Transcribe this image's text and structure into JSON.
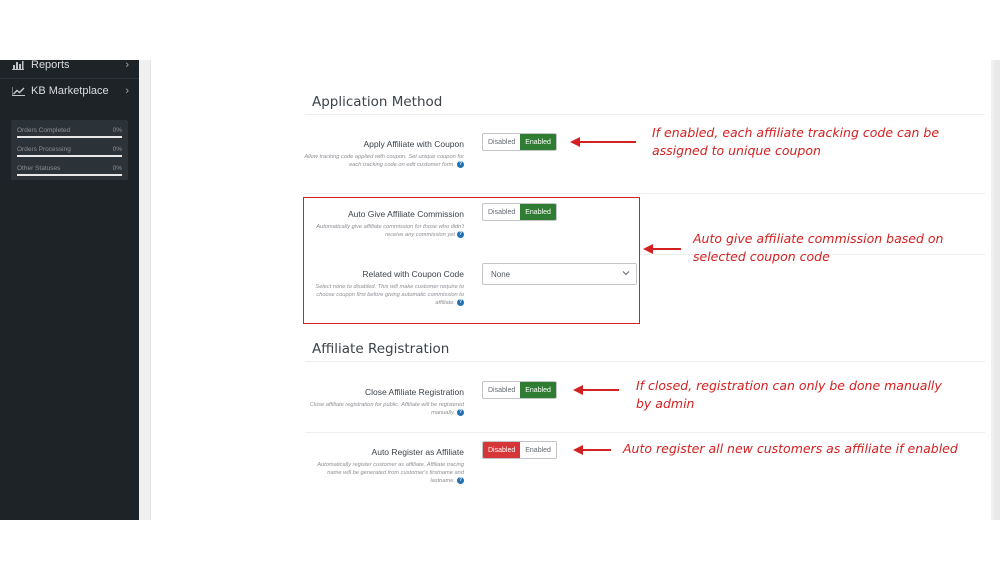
{
  "sidebar": {
    "items": [
      {
        "label": "Reports",
        "icon": "bar-chart-icon"
      },
      {
        "label": "KB Marketplace",
        "icon": "trend-chart-icon"
      }
    ],
    "stats": [
      {
        "label": "Orders Completed",
        "value": "0%",
        "progress": 0
      },
      {
        "label": "Orders Processing",
        "value": "0%",
        "progress": 0
      },
      {
        "label": "Other Statuses",
        "value": "0%",
        "progress": 0
      }
    ]
  },
  "sections": {
    "application_method": {
      "title": "Application Method",
      "apply_coupon": {
        "label": "Apply Affiliate with Coupon",
        "desc": "Allow tracking code applied with coupon. Set unique coupon for each tracking code on edit customer form.",
        "disabled": "Disabled",
        "enabled": "Enabled",
        "state": "enabled"
      },
      "auto_give": {
        "label": "Auto Give Affiliate Commission",
        "desc": "Automatically give affiliate commission for those who didn't receive any commission yet",
        "disabled": "Disabled",
        "enabled": "Enabled",
        "state": "enabled"
      },
      "related_coupon": {
        "label": "Related with Coupon Code",
        "desc": "Select none to disabled. This will make customer require to choose coupon first before giving automatic commission to affiliate.",
        "selected": "None"
      }
    },
    "affiliate_registration": {
      "title": "Affiliate Registration",
      "close_registration": {
        "label": "Close Affiliate Registration",
        "desc": "Close affiliate registration for public. Affiliate will be registered manually.",
        "disabled": "Disabled",
        "enabled": "Enabled",
        "state": "enabled"
      },
      "auto_register": {
        "label": "Auto Register as Affiliate",
        "desc": "Automatically register customer as affiliate. Affiliate tracing name will be generated from customer's firstname and lastname.",
        "disabled": "Disabled",
        "enabled": "Enabled",
        "state": "disabled"
      }
    }
  },
  "annotations": {
    "coupon_line1": "If enabled, each affiliate tracking code can be",
    "coupon_line2": "assigned to unique coupon",
    "auto_give_line1": "Auto give affiliate commission based on",
    "auto_give_line2": "selected coupon code",
    "closed_line1": "If closed, registration can only be done manually",
    "closed_line2": "by admin",
    "auto_register": "Auto register all new customers as affiliate if enabled"
  },
  "colors": {
    "sidebar": "#1d2327",
    "enabled_green": "#2e7d32",
    "disabled_red": "#d63638",
    "annotation_red": "#d32020",
    "help_blue": "#2271b1"
  }
}
